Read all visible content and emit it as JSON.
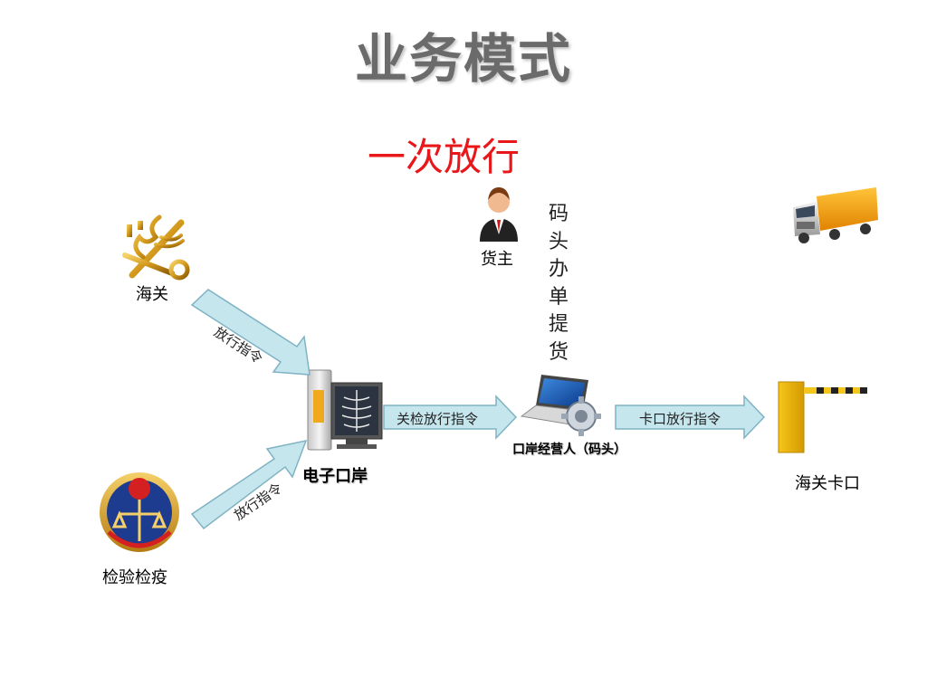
{
  "title": "业务模式",
  "subtitle": "一次放行",
  "nodes": {
    "customs": "海关",
    "inspection": "检验检疫",
    "cargo_owner": "货主",
    "eport": "电子口岸",
    "port_operator": "口岸经营人（码头）",
    "customs_gate": "海关卡口"
  },
  "vertical_note": "码头办单提货",
  "arrows": {
    "customs_release": "放行指令",
    "inspection_release": "放行指令",
    "joint_release": "关检放行指令",
    "gate_release": "卡口放行指令"
  },
  "colors": {
    "arrow_fill": "#c6e6ee",
    "arrow_stroke": "#7fb3c4",
    "title": "#6b6b6b",
    "subtitle": "#e8171a"
  }
}
